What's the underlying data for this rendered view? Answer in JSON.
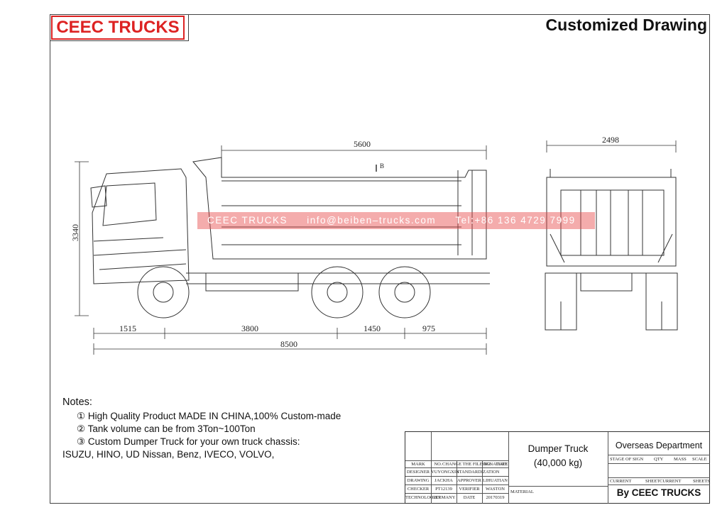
{
  "header": {
    "brand": "CEEC TRUCKS",
    "title": "Customized Drawing"
  },
  "dimensions": {
    "length_body": "5600",
    "height": "3340",
    "front_overhang": "1515",
    "wheelbase": "3800",
    "axle_spacing": "1450",
    "rear_overhang": "975",
    "overall_length": "8500",
    "width": "2498"
  },
  "labels": {
    "b_mark": "B"
  },
  "watermark": {
    "brand": "CEEC TRUCKS",
    "email": "info@beiben–trucks.com",
    "tel": "Tel:+86 136 4729 7999"
  },
  "notes": {
    "heading": "Notes:",
    "items": [
      "① High Quality Product MADE IN CHINA,100% Custom-made",
      "② Tank volume can be from 3Ton~100Ton",
      "③ Custom Dumper Truck for your own truck chassis:"
    ],
    "continuation": "ISUZU, HINO, UD Nissan, Benz, IVECO, VOLVO,"
  },
  "title_block": {
    "product": "Dumper Truck",
    "weight": "(40,000 kg)",
    "department": "Overseas Department",
    "by": "By CEEC TRUCKS",
    "hdr": [
      "MARK",
      "NO.",
      "CHANGE THE FILE NO.",
      "SIGNATURE",
      "DATE"
    ],
    "designer": "DESIGNER",
    "designer_name": "YUYONGXIN",
    "standard": "STANDARDIZATION",
    "drawing": "DRAWING",
    "drawing_name": "JACKHA",
    "approver": "APPROVER",
    "approver_name": "LIHUATIAN",
    "checker": "CHECKER",
    "checker_name": "PT12139",
    "verifier": "VERIFIER",
    "verifier_name": "WASTON",
    "technologist": "TECHNOLOGIST",
    "tech_name": "GERMANY",
    "date": "DATE",
    "date_value": "20170319",
    "material": "MATERIAL",
    "stage": "STAGE OF SIGN",
    "qty": "QTY",
    "mass": "MASS",
    "scale": "SCALE",
    "current": "CURRENT",
    "sheet": "SHEET",
    "current2": "CURRENT",
    "sheets": "SHEETS"
  },
  "colors": {
    "brand": "#dd2222",
    "line": "#333333",
    "watermark": "#e64646"
  }
}
